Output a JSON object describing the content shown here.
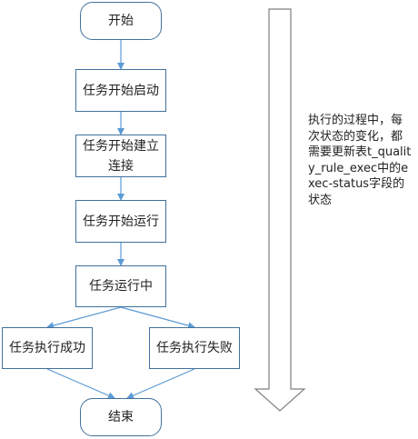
{
  "flow": {
    "start": "开始",
    "task_start": "任务开始启动",
    "task_connect": "任务开始建立连接",
    "task_run_start": "任务开始运行",
    "task_running": "任务运行中",
    "task_success": "任务执行成功",
    "task_failure": "任务执行失败",
    "end": "结束"
  },
  "note": {
    "text": "执行的过程中，每次状态的变化，都需要更新表t_quality_rule_exec中的exec-status字段的状态"
  },
  "colors": {
    "box_border": "#41719c",
    "connector": "#5b9bd5",
    "side_arrow": "#7f7f7f"
  }
}
